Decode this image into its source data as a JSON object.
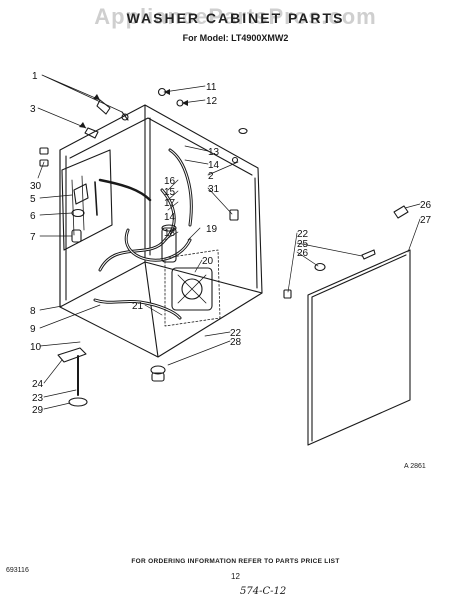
{
  "watermark": "AppliancePartsPros.com",
  "title": "WASHER CABINET PARTS",
  "model_line": "For Model: LT4900XMW2",
  "callouts": [
    "1",
    "3",
    "30",
    "5",
    "6",
    "7",
    "8",
    "9",
    "10",
    "24",
    "23",
    "29",
    "11",
    "12",
    "13",
    "14",
    "2",
    "31",
    "16",
    "15",
    "17",
    "14",
    "18",
    "19",
    "20",
    "21",
    "22",
    "28",
    "22",
    "25",
    "26",
    "26",
    "27"
  ],
  "figure_code": "A 2861",
  "footer_text": "FOR ORDERING INFORMATION REFER TO PARTS PRICE LIST",
  "doc_number": "693116",
  "page_number": "12",
  "handwritten": "574-C-12"
}
